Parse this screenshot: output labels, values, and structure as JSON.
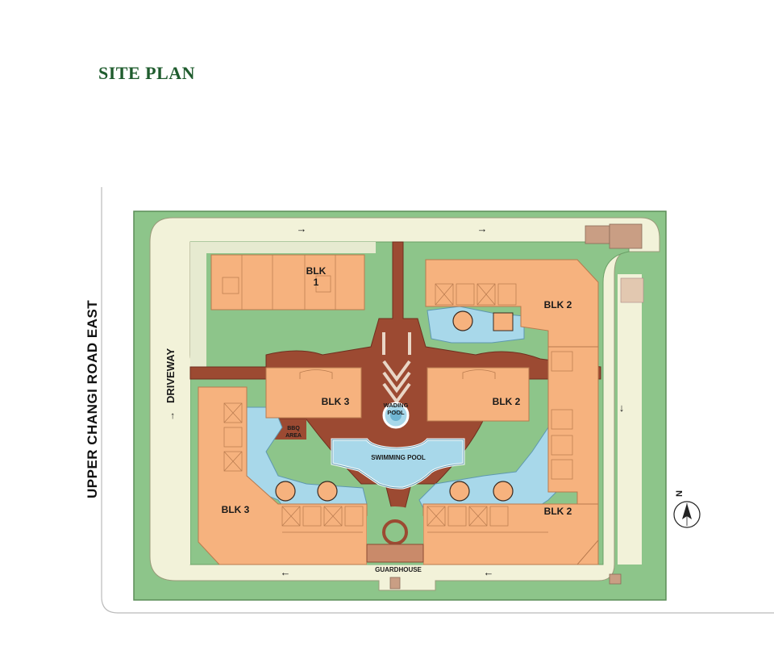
{
  "title": "SITE PLAN",
  "road_label": "UPPER CHANGI ROAD EAST",
  "driveway_label": "DRIVEWAY",
  "blocks": {
    "blk1": "BLK 1",
    "blk1_line1": "BLK",
    "blk1_line2": "1",
    "blk2": "BLK 2",
    "blk3": "BLK 3"
  },
  "amenities": {
    "wading_pool_line1": "WADING",
    "wading_pool_line2": "POOL",
    "swimming_pool": "SWIMMING POOL",
    "bbq_line1": "BBQ",
    "bbq_line2": "AREA",
    "guardhouse": "GUARDHOUSE"
  },
  "compass": {
    "letter": "N"
  },
  "colors": {
    "landscape": "#8dc58a",
    "road": "#f2f2d9",
    "building": "#f6b27e",
    "plaza": "#9c4a32",
    "water": "#a8d8ea",
    "title": "#1f5c2e"
  },
  "arrow_glyphs": {
    "east": "→",
    "west": "←",
    "south": "↓"
  }
}
